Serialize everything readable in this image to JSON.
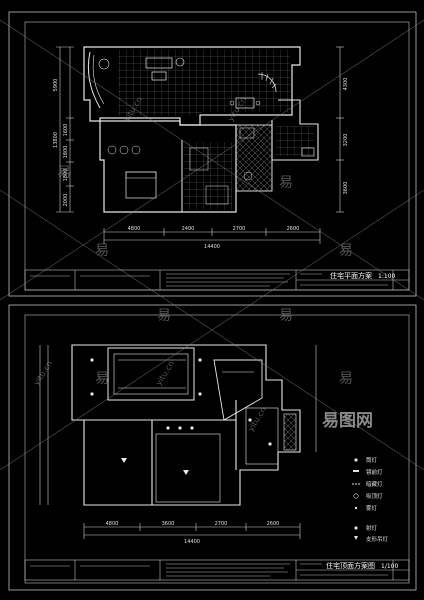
{
  "sheet_top": {
    "title": "住宅平面方案",
    "scale": "1:100",
    "dims_bottom": [
      "4800",
      "2400",
      "2700",
      "2600"
    ],
    "dims_total": "14400",
    "dims_left": [
      "5900",
      "1600",
      "1800",
      "1800",
      "2000"
    ],
    "dims_left_total": "13800",
    "dims_right": [
      "4300",
      "3200",
      "3600"
    ]
  },
  "sheet_bottom": {
    "title": "住宅顶面方案图",
    "scale": "1/100",
    "dims_bottom": [
      "4800",
      "3600",
      "2700",
      "2600"
    ],
    "dims_total": "14400",
    "legend": [
      {
        "label": "筒灯"
      },
      {
        "label": "镜前灯"
      },
      {
        "label": "暗藏灯"
      },
      {
        "label": "吸顶灯"
      },
      {
        "label": "雾灯"
      },
      {
        "label": "射灯"
      },
      {
        "label": "支形吊灯"
      }
    ]
  },
  "watermark": {
    "text": "yitu.cn",
    "char": "易",
    "logo": "易图网"
  },
  "colors": {
    "background": "#000000",
    "line": "#e8e8e8",
    "border": "#bfbfbf",
    "watermark": "#9a9a9a"
  }
}
